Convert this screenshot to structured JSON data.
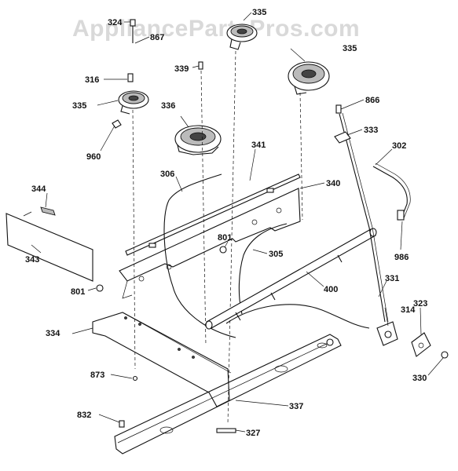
{
  "watermark": "AppliancePartsPros.com",
  "callouts": [
    {
      "id": "c324",
      "text": "324"
    },
    {
      "id": "c867",
      "text": "867"
    },
    {
      "id": "c335a",
      "text": "335"
    },
    {
      "id": "c335b",
      "text": "335"
    },
    {
      "id": "c335c",
      "text": "335"
    },
    {
      "id": "c339",
      "text": "339"
    },
    {
      "id": "c316",
      "text": "316"
    },
    {
      "id": "c336",
      "text": "336"
    },
    {
      "id": "c960",
      "text": "960"
    },
    {
      "id": "c866",
      "text": "866"
    },
    {
      "id": "c333",
      "text": "333"
    },
    {
      "id": "c302",
      "text": "302"
    },
    {
      "id": "c341",
      "text": "341"
    },
    {
      "id": "c306",
      "text": "306"
    },
    {
      "id": "c340",
      "text": "340"
    },
    {
      "id": "c344",
      "text": "344"
    },
    {
      "id": "c801a",
      "text": "801"
    },
    {
      "id": "c801b",
      "text": "801"
    },
    {
      "id": "c305",
      "text": "305"
    },
    {
      "id": "c986",
      "text": "986"
    },
    {
      "id": "c343",
      "text": "343"
    },
    {
      "id": "c400",
      "text": "400"
    },
    {
      "id": "c331",
      "text": "331"
    },
    {
      "id": "c323",
      "text": "323"
    },
    {
      "id": "c314",
      "text": "314"
    },
    {
      "id": "c334",
      "text": "334"
    },
    {
      "id": "c330",
      "text": "330"
    },
    {
      "id": "c873",
      "text": "873"
    },
    {
      "id": "c337",
      "text": "337"
    },
    {
      "id": "c832",
      "text": "832"
    },
    {
      "id": "c327",
      "text": "327"
    }
  ]
}
